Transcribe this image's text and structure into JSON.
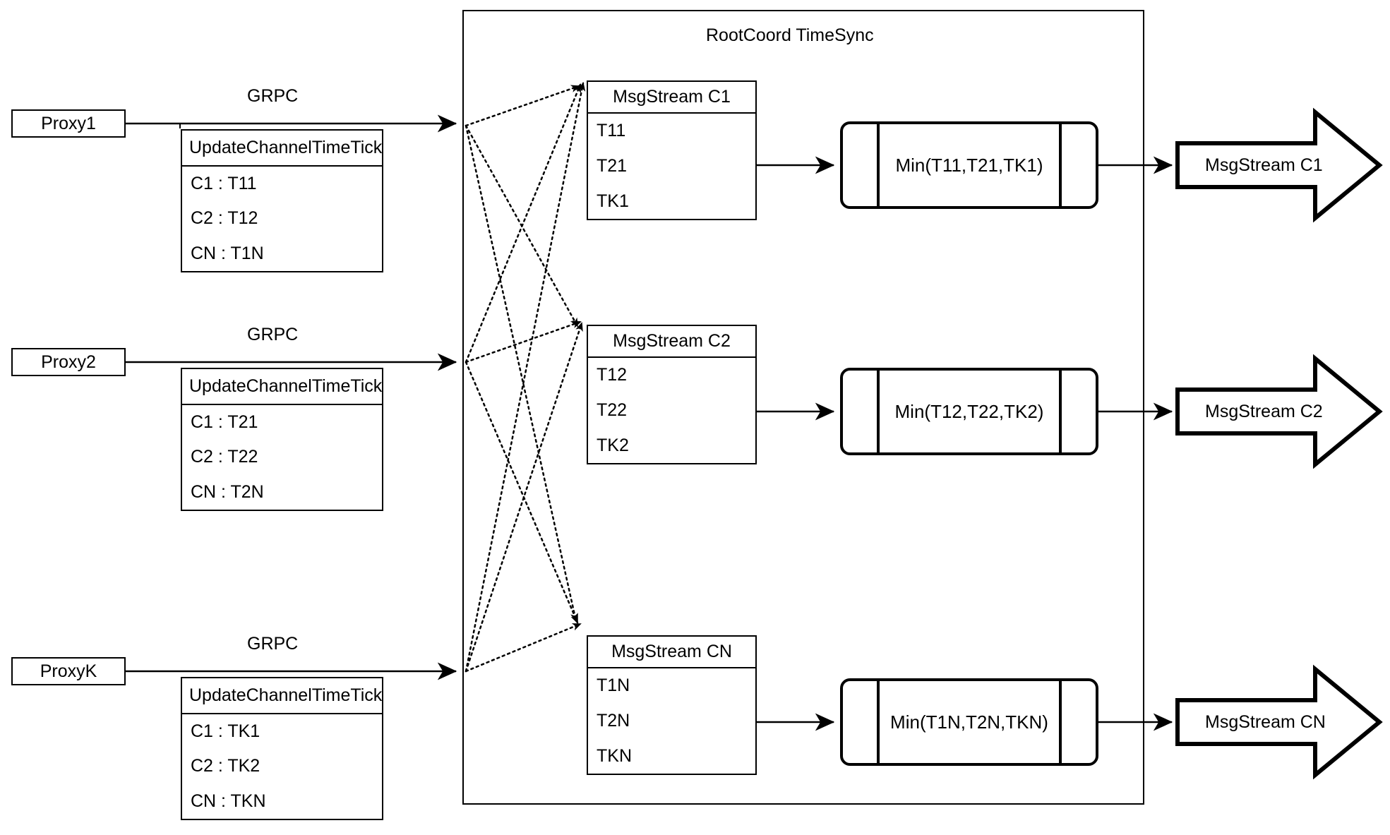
{
  "diagram": {
    "title": "RootCoord TimeSync",
    "container_label": "RootCoord TimeSync",
    "grpc_label": "GRPC",
    "colors": {
      "stroke": "#000000",
      "background": "#ffffff",
      "text": "#000000"
    }
  },
  "proxies": [
    {
      "name": "Proxy1",
      "link_label": "GRPC",
      "request": {
        "header": "UpdateChannelTimeTick",
        "rows": [
          "C1 :  T11",
          "C2 :  T12",
          "CN : T1N"
        ]
      }
    },
    {
      "name": "Proxy2",
      "link_label": "GRPC",
      "request": {
        "header": "UpdateChannelTimeTick",
        "rows": [
          "C1 :  T21",
          "C2 :  T22",
          "CN : T2N"
        ]
      }
    },
    {
      "name": "ProxyK",
      "link_label": "GRPC",
      "request": {
        "header": "UpdateChannelTimeTick",
        "rows": [
          "C1 :  TK1",
          "C2 :  TK2",
          "CN : TKN"
        ]
      }
    }
  ],
  "channels": [
    {
      "stream": {
        "header": "MsgStream C1",
        "rows": [
          "T11",
          "T21",
          "TK1"
        ]
      },
      "process": "Min(T11,T21,TK1)",
      "output": "MsgStream C1"
    },
    {
      "stream": {
        "header": "MsgStream C2",
        "rows": [
          "T12",
          "T22",
          "TK2"
        ]
      },
      "process": "Min(T12,T22,TK2)",
      "output": "MsgStream C2"
    },
    {
      "stream": {
        "header": "MsgStream CN",
        "rows": [
          "T1N",
          "T2N",
          "TKN"
        ]
      },
      "process": "Min(T1N,T2N,TKN)",
      "output": "MsgStream CN"
    }
  ]
}
